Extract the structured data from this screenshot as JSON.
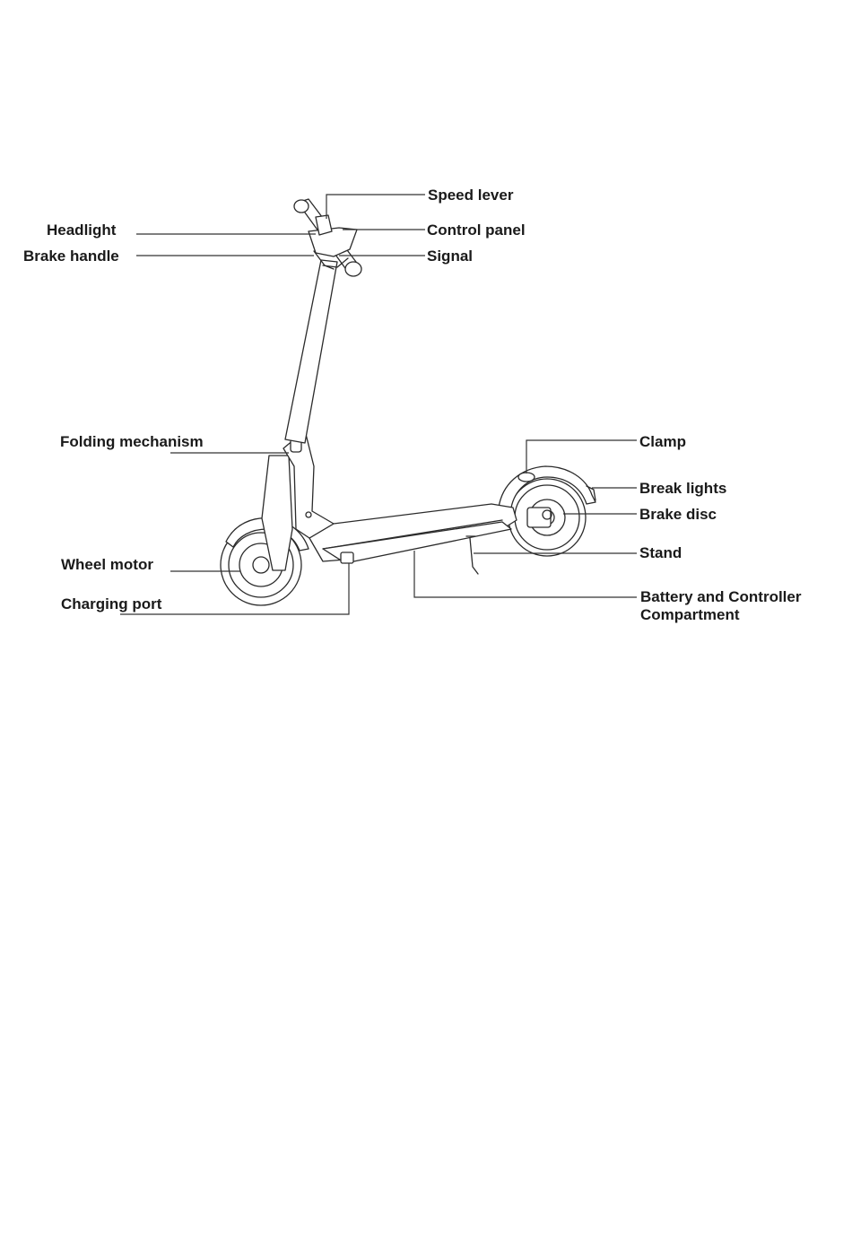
{
  "labels": {
    "speed_lever": "Speed lever",
    "headlight": "Headlight",
    "control_panel": "Control panel",
    "brake_handle": "Brake handle",
    "signal": "Signal",
    "folding_mechanism": "Folding mechanism",
    "clamp": "Clamp",
    "break_lights": "Break lights",
    "brake_disc": "Brake disc",
    "stand": "Stand",
    "wheel_motor": "Wheel motor",
    "battery_line1": "Battery and Controller",
    "battery_line2": "Compartment",
    "charging_port": "Charging port"
  },
  "colors": {
    "line": "#2b2b2b",
    "text": "#1a1a1a",
    "background": "#ffffff"
  }
}
